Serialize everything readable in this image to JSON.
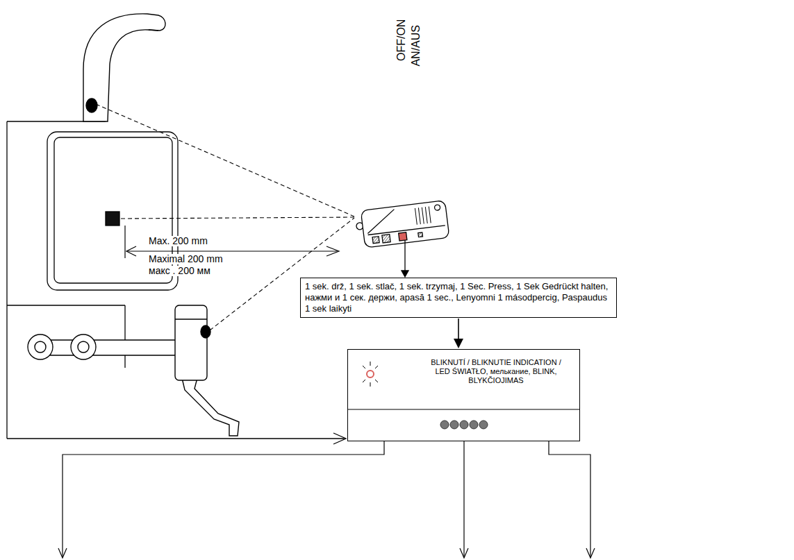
{
  "diagram": {
    "nodes": [
      {
        "text": [
          "1 sek. drž, 1 sek. stlač, 1 sek. trzymaj, 1 Sec. Press, 1 Sek Gedrückt halten, нажми и 1 сек. держи, apasă 1 sec., Lenyomni 1 másodpercig, Paspaudus 1 sek laikyti"
        ]
      },
      {
        "text": [
          "BLIKNUTÍ / BLIKNUTIE INDICATION / LED ŚWIATŁO, мелькание, BLINK, BLYKČIOJIMAS"
        ]
      }
    ],
    "edges": [
      {
        "from": 0,
        "to": 1,
        "arrow": "to"
      }
    ],
    "labels": [
      "OFF/ON",
      "AN/AUS",
      "Max. 200 mm",
      "Maximal 200 mm",
      "макс . 200 мм"
    ]
  }
}
